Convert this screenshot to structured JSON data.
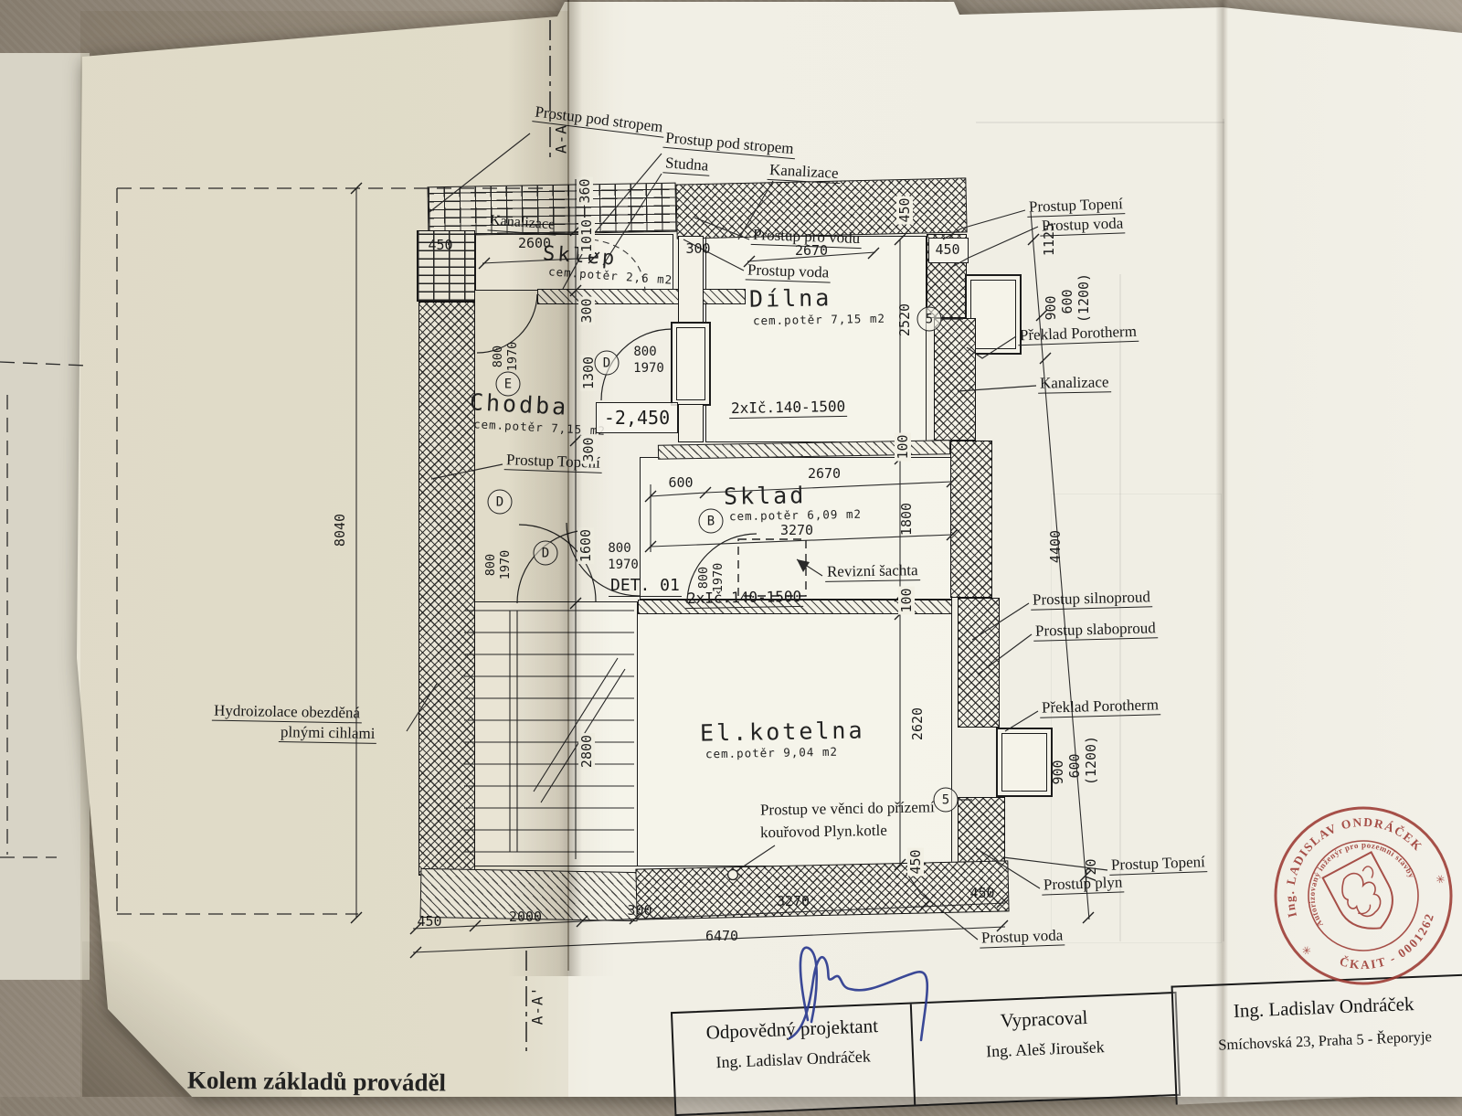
{
  "page": {
    "bottom_note": "Kolem základů prováděl",
    "section_top": "A-A",
    "section_bottom": "A-A'"
  },
  "rooms": [
    {
      "name": "Sklep",
      "spec": "cem.potěr 2,6 m2"
    },
    {
      "name": "Dílna",
      "spec": "cem.potěr 7,15 m2"
    },
    {
      "name": "Chodba",
      "spec": "cem.potěr 7,15 m2"
    },
    {
      "name": "Sklad",
      "spec": "cem.potěr 6,09 m2"
    },
    {
      "name": "El.kotelna",
      "spec": "cem.potěr 9,04 m2"
    }
  ],
  "labels": {
    "prostup_pod_stropem": "Prostup pod stropem",
    "studna": "Studna",
    "kanalizace": "Kanalizace",
    "prostup_pro_vodu": "Prostup pro vodu",
    "prostup_voda": "Prostup voda",
    "prostup_topeni": "Prostup Topení",
    "preklad_porotherm": "Překlad Porotherm",
    "revizni_sachta": "Revizní šachta",
    "prostup_silnoproud": "Prostup silnoproud",
    "prostup_slaboproud": "Prostup slaboproud",
    "prostup_plyn": "Prostup plyn",
    "hydroizolace_line1": "Hydroizolace obezděná",
    "hydroizolace_line2": "plnými cihlami",
    "prostup_venec_line1": "Prostup ve věnci do přízemí",
    "prostup_venec_line2": "kouřovod Plyn.kotle",
    "detail": "DET. 01",
    "okno": "2xIč.140-1500",
    "level": "-2,450"
  },
  "dims": {
    "d100": "100",
    "d300": "300",
    "d360": "360",
    "d450": "450",
    "d600": "600",
    "d720": "720",
    "d800": "800",
    "d900": "900",
    "d1010": "1010",
    "d1125": "1125",
    "d1200": "(1200)",
    "d1300": "1300",
    "d1600": "1600",
    "d1800": "1800",
    "d1970": "1970",
    "d2000": "2000",
    "d2520": "2520",
    "d2600": "2600",
    "d2620": "2620",
    "d2670": "2670",
    "d2800": "2800",
    "d3270": "3270",
    "d4400": "4400",
    "d6470": "6470",
    "d8040": "8040"
  },
  "marks": {
    "e": "E",
    "d": "D",
    "b": "B",
    "s": "5"
  },
  "title_block": {
    "col1_label": "Odpovědný projektant",
    "col1_name": "Ing. Ladislav Ondráček",
    "col2_label": "Vypracoval",
    "col2_name": "Ing. Aleš Jiroušek",
    "right_name": "Ing. Ladislav Ondráček",
    "right_address": "Smíchovská 23, Praha 5 - Řeporyje"
  },
  "stamp": {
    "outer_top": "Ing. LADISLAV ONDRÁČEK",
    "inner": "Autorizovaný inženýr pro pozemní stavby",
    "outer_bottom": "ČKAIT - 0001262",
    "star": "✳",
    "color": "#9c3a33"
  }
}
